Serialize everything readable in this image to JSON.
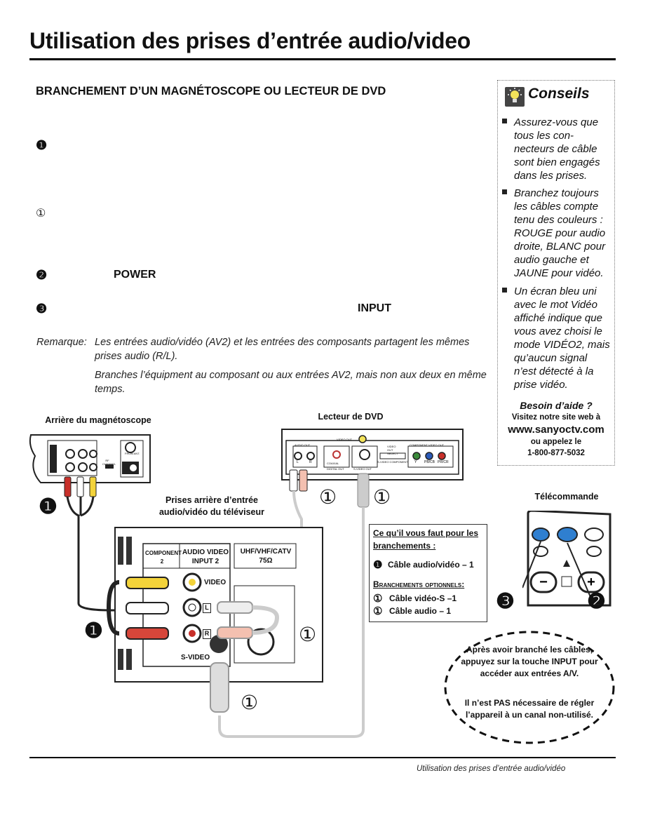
{
  "page": {
    "title": "Utilisation des prises d’entrée audio/video",
    "footer": "Utilisation des prises d’entrée audio/vidéo"
  },
  "section": {
    "heading": "BRANCHEMENT D’UN MAGNÉTOSCOPE OU LECTEUR DE DVD",
    "steps": [
      {
        "marker": "❶",
        "keyword": ""
      },
      {
        "marker": "①",
        "keyword": ""
      },
      {
        "marker": "❷",
        "keyword": "POWER"
      },
      {
        "marker": "❸",
        "keyword": "INPUT"
      }
    ],
    "remark_label": "Remarque:",
    "remark_1": "Les entrées audio/vidéo (AV2) et les entrées des composants partagent les mêmes prises audio (R/L).",
    "remark_2": "Branches l’équipment au composant ou aux entrées AV2, mais non aux deux en même temps."
  },
  "tips": {
    "title": "Conseils",
    "items": [
      "Assurez-vous que tous les con-necteurs de câble sont bien engagés dans les prises.",
      "Branchez toujours les câbles compte tenu des couleurs : ROUGE pour audio droite, BLANC pour audio gauche et JAUNE pour vidéo.",
      "Un écran bleu uni avec le mot Vidéo affiché indique que vous avez choisi le mode VIDÉO2, mais qu’aucun signal n’est détecté à la prise vidéo."
    ],
    "help_title": "Besoin d’aide ?",
    "help_line1": "Visitez notre site web à",
    "help_url": "www.sanyoctv.com",
    "help_line2": "ou appelez le",
    "help_phone": "1-800-877-5032"
  },
  "diagram": {
    "vcr_label": "Arrière du magnétoscope",
    "dvd_label": "Lecteur de DVD",
    "tv_label": "Prises arrière d’entrée audio/vidéo du téléviseur",
    "remote_label": "Télécommande",
    "tv_panel": {
      "component": "COMPONENT 2",
      "audio_video": "AUDIO VIDEO INPUT 2",
      "uhf": "UHF/VHF/CATV 75Ω",
      "video": "VIDEO",
      "l": "L",
      "r": "R",
      "svideo": "S-VIDEO"
    },
    "dvd_panel": {
      "audio_out": "AUDIO OUT",
      "video_out": "VIDEO OUT",
      "component_out": "COMPONENT VIDEO OUT",
      "digital_out": "DIGITAL OUT",
      "svideo_out": "S-VIDEO OUT",
      "video_out_select": "VIDEO OUT SELECT",
      "svideo_component": "S-VIDEO COMPONENT",
      "coaxial": "COAXIAL",
      "l": "L",
      "r": "R",
      "y": "Y",
      "pb": "PB/CB",
      "pr": "PR/CR"
    },
    "vcr_panel": {
      "from_ant": "FROM ANT.",
      "rf_channel": "RF CHANNEL 3 4"
    },
    "callouts": {
      "one_filled": "❶",
      "one_outline": "①",
      "two": "❷",
      "three": "❸"
    },
    "needs": {
      "title": "Ce qu’il vous faut pour les branchements :",
      "item1": "Câble audio/vidéo – 1",
      "optional": "Branchements optionnels:",
      "opt1": "Câble vidéo-S –1",
      "opt2": "Câble audio – 1"
    },
    "oval": {
      "line1": "Après avoir branché les câbles, appuyez sur la touche INPUT pour accéder aux entrées A/V.",
      "line2": "Il n’est PAS nécessaire de régler l’appareil à un canal non-utilisé."
    }
  }
}
